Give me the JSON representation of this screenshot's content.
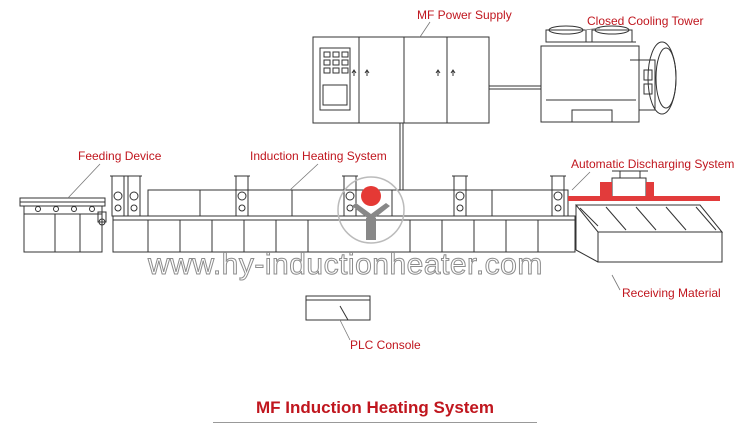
{
  "labels": {
    "mf_power_supply": "MF Power Supply",
    "closed_cooling_tower": "Closed Cooling Tower",
    "feeding_device": "Feeding Device",
    "induction_heating_system": "Induction Heating System",
    "automatic_discharging_system": "Automatic Discharging System",
    "receiving_material": "Receiving Material",
    "plc_console": "PLC Console"
  },
  "watermark": "www.hy-inductionheater.com",
  "caption": "MF Induction Heating System",
  "colors": {
    "label": "#c0161e",
    "hot_billet": "#e23b3b",
    "logo_red": "#e53935",
    "line": "#333333"
  },
  "icons": [
    "induction-coil-icon",
    "company-logo-icon"
  ]
}
